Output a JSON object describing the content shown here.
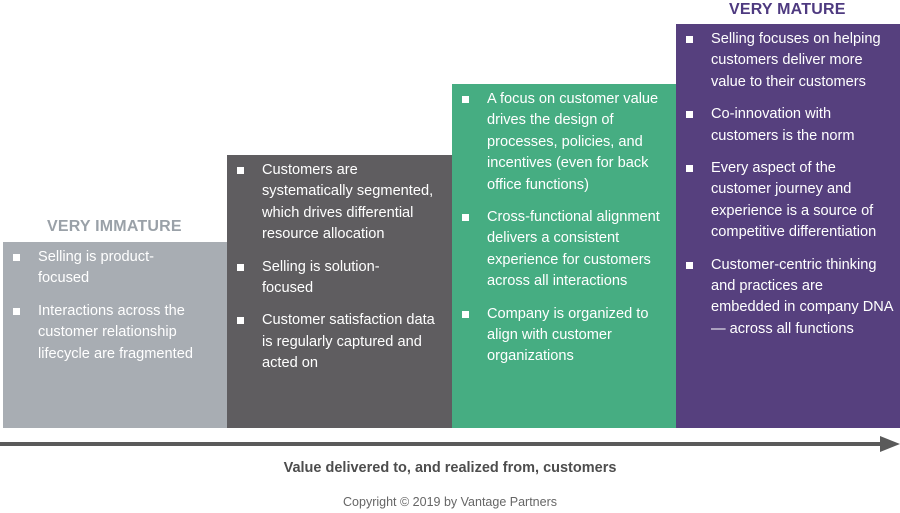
{
  "labels": {
    "start": "VERY IMMATURE",
    "end": "VERY MATURE"
  },
  "colors": {
    "stage1": "#a8adb3",
    "stage2": "#5f5d60",
    "stage3": "#46ad82",
    "stage4": "#56407e",
    "arrow": "#5a5a5a"
  },
  "stages": [
    {
      "bullets": [
        "Selling is product-focused",
        "Interactions across the customer relationship lifecycle are fragmented"
      ]
    },
    {
      "bullets": [
        "Customers are systematically segmented, which drives differential resource allocation",
        "Selling is solution-focused",
        "Customer satisfaction data is regularly captured and acted on"
      ]
    },
    {
      "bullets": [
        "A focus on customer value drives the design of processes, policies, and incentives (even for back office functions)",
        "Cross-functional alignment delivers a consistent experience for customers across all interactions",
        "Company is organized to align with customer organizations"
      ]
    },
    {
      "bullets": [
        "Selling focuses on helping customers deliver more value to their customers",
        "Co-innovation with customers is the norm",
        "Every aspect of the customer journey and experience is a source of competitive differentiation",
        "Customer-centric thinking and practices are embedded in company DNA — across all functions"
      ]
    }
  ],
  "axis": {
    "caption": "Value delivered to, and realized from, customers"
  },
  "footer": {
    "copyright": "Copyright © 2019 by Vantage Partners"
  }
}
